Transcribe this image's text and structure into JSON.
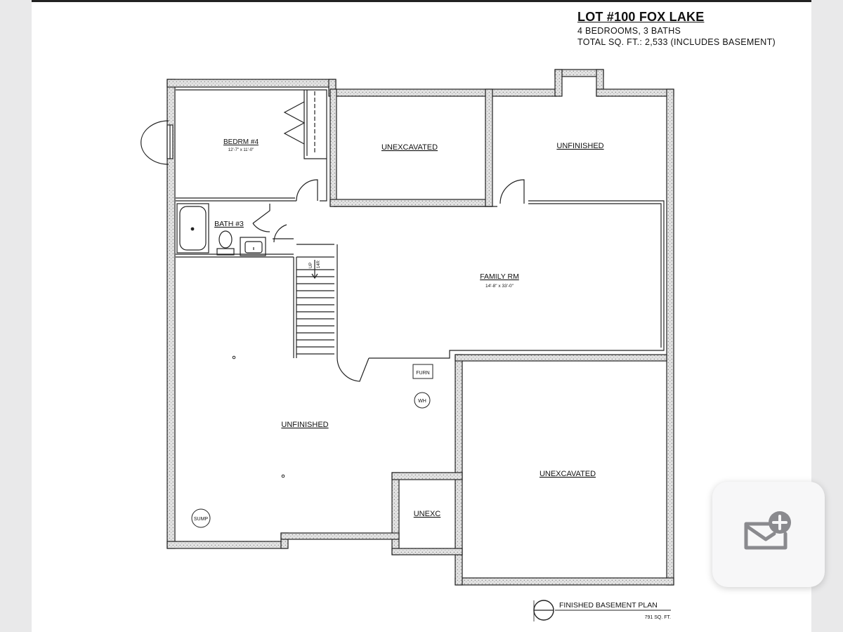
{
  "title": {
    "lot": "LOT #100 FOX LAKE",
    "bedrooms_baths": "4 BEDROOMS, 3 BATHS",
    "total_sqft": "TOTAL SQ. FT.: 2,533 (INCLUDES BASEMENT)"
  },
  "rooms": {
    "bedroom4": {
      "name": "BEDRM #4",
      "dims": "12'-7\" x 11'-0\""
    },
    "bath3": {
      "name": "BATH #3"
    },
    "unexcavated_top": {
      "name": "UNEXCAVATED"
    },
    "unfinished_top": {
      "name": "UNFINISHED"
    },
    "family_rm": {
      "name": "FAMILY RM",
      "dims": "14'-8\" x 33'-0\""
    },
    "unfinished_main": {
      "name": "UNFINISHED"
    },
    "unexcavated_right": {
      "name": "UNEXCAVATED"
    },
    "unexc_small": {
      "name": "UNEXC"
    }
  },
  "fixtures": {
    "furnace": "FURN",
    "water_heater": "WH",
    "sump": "SUMP",
    "stair_up": "UP",
    "stair_risers": "14R"
  },
  "footer": {
    "plan_name": "FINISHED BASEMENT PLAN",
    "plan_sqft": "791 SQ. FT."
  },
  "icons": {
    "add_mail": "mail-plus-icon"
  }
}
